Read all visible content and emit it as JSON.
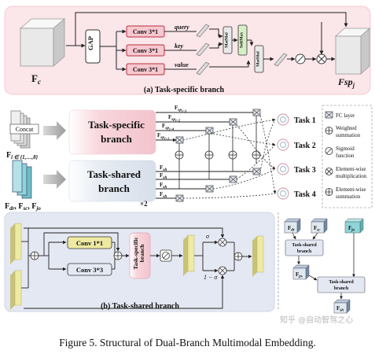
{
  "panel_a": {
    "input_label": "F",
    "input_sub": "c",
    "gap": "GAP",
    "conv_query": "Conv 3*1",
    "conv_key": "Conv 3*1",
    "conv_value": "Conv 3*1",
    "query": "query",
    "key": "key",
    "value": "value",
    "matmul1": "MatMul",
    "softmax": "SoftMax",
    "matmul2": "MatMul",
    "output_label": "Fsp",
    "output_sub": "j",
    "title": "(a) Task-specific branch"
  },
  "middle": {
    "concat": "Concat",
    "f_i_label": "F",
    "f_i_sub": "i ∈ {1,…,8}",
    "f_bottom": "F",
    "f_bottom_dr": "dr",
    "f_bottom_sep1": ", F",
    "f_bottom_sc": "sc",
    "f_bottom_sep2": ", F",
    "f_bottom_jo": "jo",
    "ts_branch_line1": "Task-specific",
    "ts_branch_line2": "branch",
    "sh_branch_line1": "Task-shared",
    "sh_branch_line2": "branch",
    "times2": "×2",
    "fsp_labels": [
      {
        "main": "F",
        "sub": "sp",
        "subsub": "j=3"
      },
      {
        "main": "F",
        "sub": "sp",
        "subsub": "j=2"
      },
      {
        "main": "F",
        "sub": "sp",
        "subsub": "j=4"
      },
      {
        "main": "F",
        "sub": "sp",
        "subsub": "j=1"
      }
    ],
    "fsh_labels": [
      {
        "main": "F",
        "sub": "sh"
      },
      {
        "main": "F",
        "sub": "sh"
      },
      {
        "main": "F",
        "sub": "sh"
      },
      {
        "main": "F",
        "sub": "sh"
      }
    ],
    "tasks": [
      "Task 1",
      "Task 2",
      "Task 3",
      "Task 4"
    ]
  },
  "legend": {
    "fc_layer": "FC layer",
    "weighted_line1": "Weighted",
    "weighted_line2": "summation",
    "sigmoid_line1": "Sigmoid",
    "sigmoid_line2": "function",
    "ew_mult_line1": "Element-wise",
    "ew_mult_line2": "multiplication",
    "ew_sum_line1": "Element-wise",
    "ew_sum_line2": "summation"
  },
  "panel_b": {
    "conv11": "Conv 1*1",
    "conv33": "Conv 3*3",
    "ts_vertical_line1": "Task-specific",
    "ts_vertical_line2": "branch",
    "sigma": "σ",
    "one_minus_sigma": "1 − σ",
    "title": "(b) Task-shared branch"
  },
  "panel_c": {
    "fdr": "F",
    "fdr_sub": "dr",
    "fsc": "F",
    "fsc_sub": "sc",
    "fjo": "F",
    "fjo_sub": "jo",
    "tsb1_line1": "Task-shared",
    "tsb1_line2": "branch",
    "fps": "F",
    "fps_sub": "ps",
    "tsb2_line1": "Task-shared",
    "tsb2_line2": "branch",
    "fsh": "F",
    "fsh_sub": "sh"
  },
  "watermark": "知乎 @自动智驾之心",
  "caption": "Figure 5. Structural of Dual-Branch Multimodal Embedding.",
  "colors": {
    "panel_a_bg": "#fbe6ea",
    "panel_b_bg": "#e4e8f2",
    "conv_fill": "#f7c7cf",
    "conv_stroke": "#b5313d",
    "ts_branch_fill": "#f8d6dc",
    "sh_branch_fill": "#e4eaf2",
    "teal": "#8fd4d6",
    "cube_front": "#e9e9e9",
    "cube_top": "#f7f7f7",
    "cube_side": "#c9c9c9",
    "yellow_feature": "#eee9a3",
    "green_fill": "#d6efc7"
  }
}
